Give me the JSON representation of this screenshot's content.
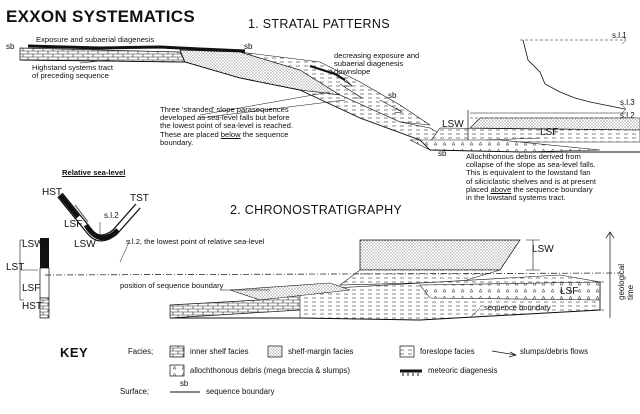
{
  "title": "EXXON SYSTEMATICS",
  "section1": {
    "heading": "1. STRATAL PATTERNS",
    "notes": {
      "exposure": "Exposure and subaerial diagenesis",
      "highstand": "Highstand systems tract\nof preceding sequence",
      "decreasing": "decreasing exposure and\nsubaerial diagenesis\ndownslope",
      "stranded_1": "Three 'stranded' slope parasequences\ndeveloped as sea-level falls but before\nthe lowest point of sea-level is reached.\nThese are placed ",
      "stranded_under": "below",
      "stranded_2": " the sequence\nboundary.",
      "allochthonous_1": "Allochthonous debris derived from\ncollapse of the slope as sea-level falls.\nThis is equivalent to the lowstand fan\nof siliciclastic shelves and is at present\nplaced ",
      "allochthonous_under": "above",
      "allochthonous_2": " the sequence boundary\nin the lowstand systems tract."
    },
    "labels": {
      "sb1": "sb",
      "sb2": "sb",
      "sb3": "sb",
      "sb4": "sb",
      "lsw": "LSW",
      "lsf": "LSF",
      "sl1": "s.l.1",
      "sl3": "s.l.3",
      "sl2": "s.l.2"
    }
  },
  "relative_sea_level": {
    "heading": "Relative sea-level",
    "hst": "HST",
    "tst": "TST",
    "lsf": "LSF",
    "lsw": "LSW",
    "sl2": "s.l.2"
  },
  "section2": {
    "heading": "2. CHRONOSTRATIGRAPHY",
    "lowest_point": "s.l.2, the lowest point of relative sea-level",
    "position_sb": "position of sequence boundary",
    "sequence_boundary": "sequence boundary",
    "lsw": "LSW",
    "lsf": "LSF",
    "geological_time": "geological\ntime",
    "column": {
      "lst": "LST",
      "lsw": "LSW",
      "lsf": "LSF",
      "hst": "HST"
    }
  },
  "key": {
    "title": "KEY",
    "facies_label": "Facies;",
    "surface_label": "Surface;",
    "inner_shelf": "inner shelf facies",
    "shelf_margin": "shelf-margin facies",
    "foreslope": "foreslope facies",
    "slumps": "slumps/debris flows",
    "allochthonous": "allochthonous debris (mega breccia & slumps)",
    "meteoric": "meteoric diagenesis",
    "sb_label": "sb",
    "sequence_boundary": "sequence boundary"
  }
}
